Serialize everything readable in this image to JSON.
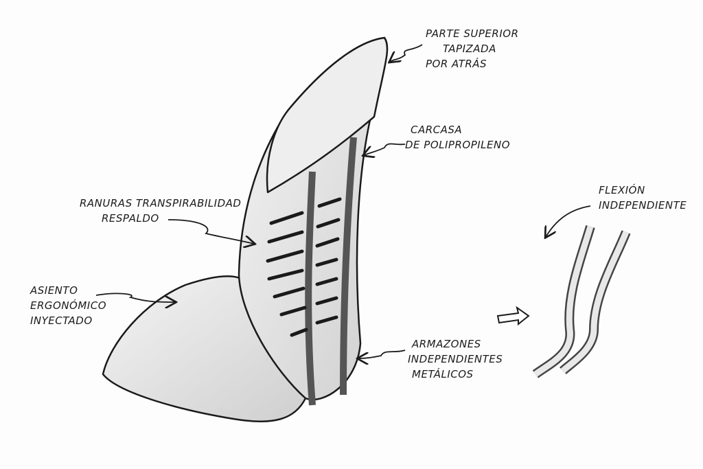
{
  "labels": {
    "top_upholstery": [
      "PARTE SUPERIOR",
      "TAPIZADA",
      "POR ATRÁS"
    ],
    "shell": [
      "CARCASA",
      "DE POLIPROPILENO"
    ],
    "slots": [
      "RANURAS TRANSPIRABILIDAD",
      "RESPALDO"
    ],
    "seat": [
      "ASIENTO",
      "ERGONÓMICO",
      "INYECTADO"
    ],
    "flex": [
      "FLEXIÓN",
      "INDEPENDIENTE"
    ],
    "frames": [
      "ARMAZONES",
      "INDEPENDIENTES",
      "METÁLICOS"
    ]
  },
  "colors": {
    "ink": "#1a1a1a",
    "paper": "#fdfdfd",
    "shade": "#d8d8d8"
  }
}
